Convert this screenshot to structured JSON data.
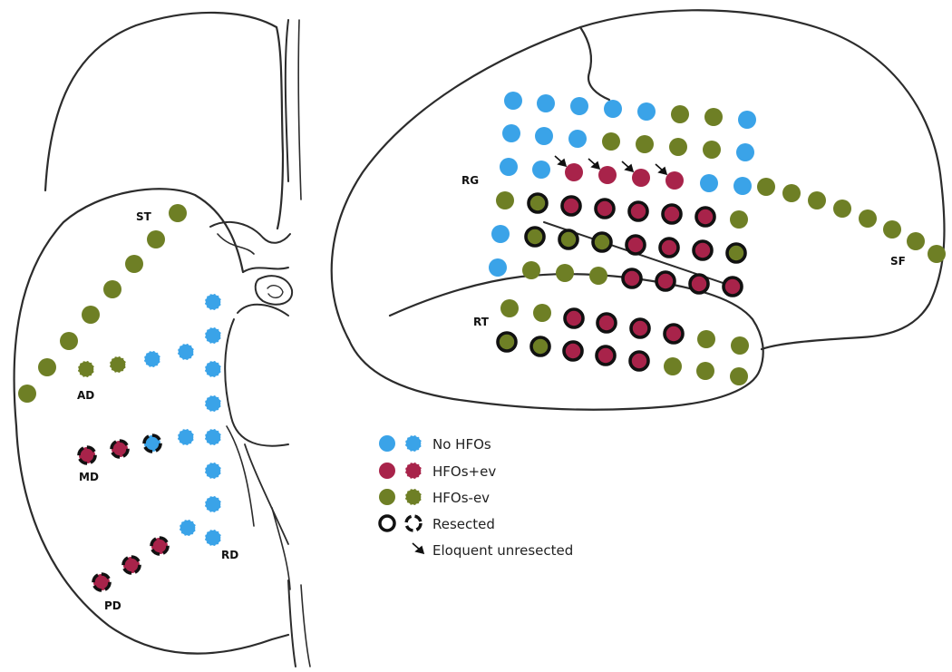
{
  "colors": {
    "no_hfos": "#3aa3e8",
    "hfos_ev_plus": "#a8234a",
    "hfos_ev_minus": "#6e7f25",
    "outline": "#333333",
    "resected_ring": "#111111"
  },
  "left_panel": {
    "labels": {
      "st": "ST",
      "ad": "AD",
      "md": "MD",
      "rd": "RD",
      "pd": "PD"
    }
  },
  "right_panel": {
    "labels": {
      "rg": "RG",
      "rt": "RT",
      "sf": "SF"
    }
  },
  "legend": {
    "no_hfos": "No HFOs",
    "hfos_ev_plus": "HFOs+ev",
    "hfos_ev_minus": "HFOs-ev",
    "resected": "Resected",
    "eloquent": "Eloquent unresected"
  }
}
